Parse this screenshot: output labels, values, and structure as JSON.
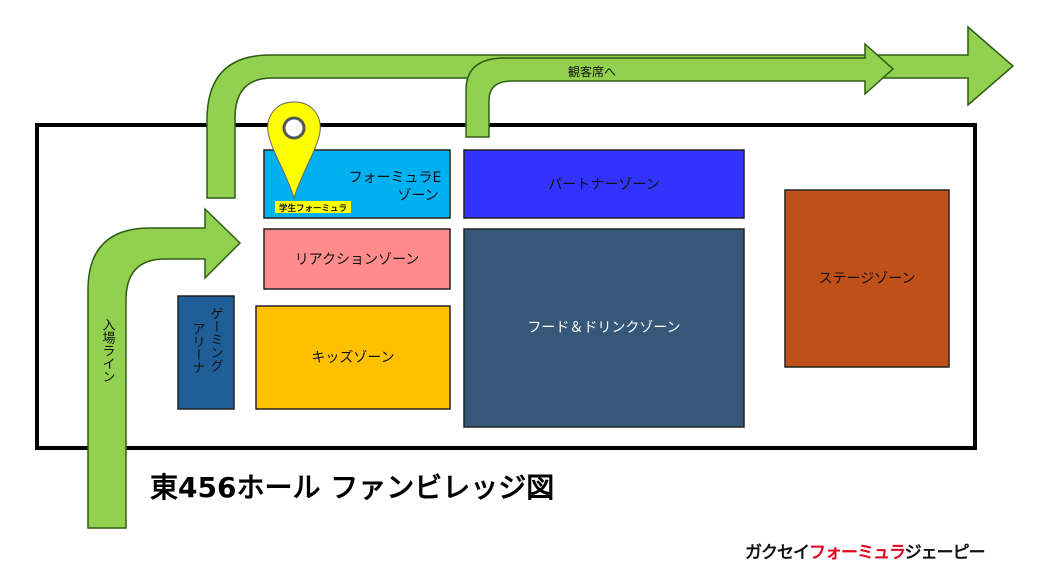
{
  "map": {
    "title": "東456ホール ファンビレッジ図",
    "arrows": {
      "entrance_label": "入場ライン",
      "seating_label": "観客席へ"
    },
    "zones": {
      "formula_e": {
        "line1": "フォーミュラE",
        "line2": "ゾーン",
        "color": "#00b0f0"
      },
      "partner": {
        "label": "パートナーゾーン",
        "color": "#3333ff"
      },
      "reaction": {
        "label": "リアクションゾーン",
        "color": "#ff8b8b"
      },
      "food_drink": {
        "label": "フード＆ドリンクゾーン",
        "color": "#355878"
      },
      "stage": {
        "label": "ステージゾーン",
        "color": "#c0501a"
      },
      "gaming_arena": {
        "line1": "ゲーミング",
        "line2": "アリーナ",
        "color": "#1f5e96"
      },
      "kids": {
        "label": "キッズゾーン",
        "color": "#ffc000"
      }
    },
    "pin": {
      "label": "学生フォーミュラ",
      "color": "#ffff00"
    },
    "arrow_color": "#92d050"
  },
  "logo": {
    "part1": "ガクセイ",
    "part2": "フォーミュラ",
    "part3": "ジェーピー"
  }
}
